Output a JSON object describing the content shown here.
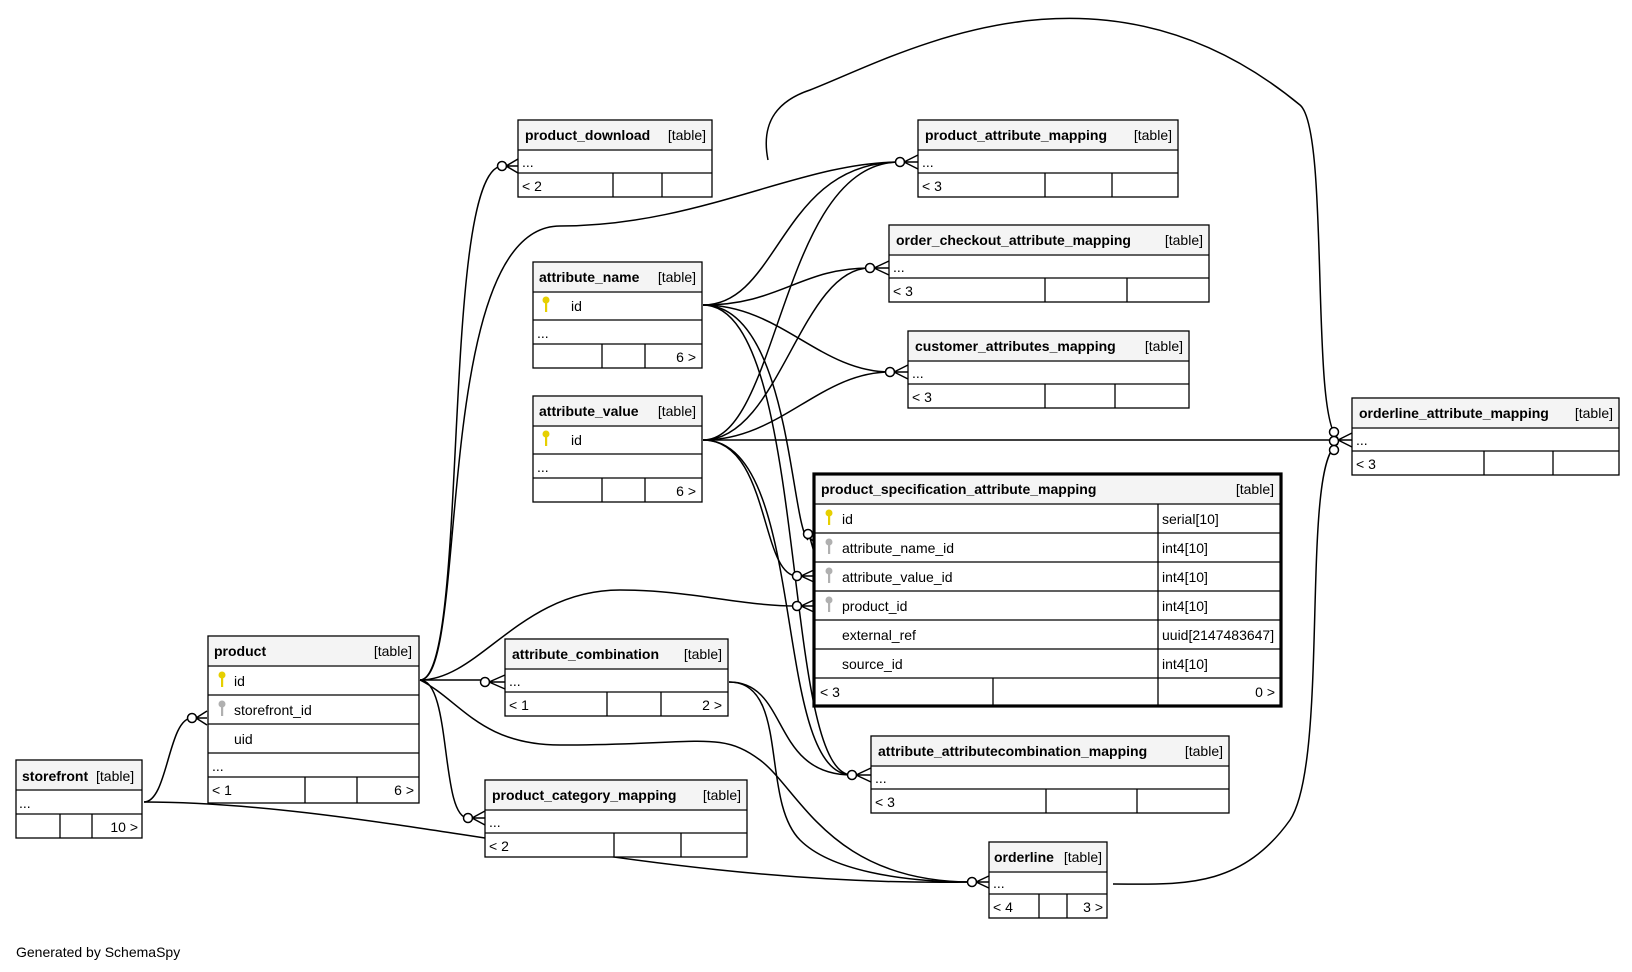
{
  "footer": "Generated by SchemaSpy",
  "colors": {
    "primary_key": "#e6cf00",
    "foreign_key": "#b0b0b0",
    "header_fill": "#f4f4f4"
  },
  "tables": {
    "storefront": {
      "name": "storefront",
      "type": "[table]",
      "more": "...",
      "parents": "",
      "children": "10 >"
    },
    "product": {
      "name": "product",
      "type": "[table]",
      "cols": [
        "id",
        "storefront_id",
        "uid"
      ],
      "more": "...",
      "parents": "< 1",
      "children": "6 >"
    },
    "product_download": {
      "name": "product_download",
      "type": "[table]",
      "more": "...",
      "parents": "< 2"
    },
    "attribute_name": {
      "name": "attribute_name",
      "type": "[table]",
      "cols": [
        "id"
      ],
      "more": "...",
      "children": "6 >"
    },
    "attribute_value": {
      "name": "attribute_value",
      "type": "[table]",
      "cols": [
        "id"
      ],
      "more": "...",
      "children": "6 >"
    },
    "product_attribute_mapping": {
      "name": "product_attribute_mapping",
      "type": "[table]",
      "more": "...",
      "parents": "< 3"
    },
    "order_checkout_attribute_mapping": {
      "name": "order_checkout_attribute_mapping",
      "type": "[table]",
      "more": "...",
      "parents": "< 3"
    },
    "customer_attributes_mapping": {
      "name": "customer_attributes_mapping",
      "type": "[table]",
      "more": "...",
      "parents": "< 3"
    },
    "orderline_attribute_mapping": {
      "name": "orderline_attribute_mapping",
      "type": "[table]",
      "more": "...",
      "parents": "< 3"
    },
    "product_specification_attribute_mapping": {
      "name": "product_specification_attribute_mapping",
      "type": "[table]",
      "cols": [
        {
          "name": "id",
          "dtype": "serial[10]"
        },
        {
          "name": "attribute_name_id",
          "dtype": "int4[10]"
        },
        {
          "name": "attribute_value_id",
          "dtype": "int4[10]"
        },
        {
          "name": "product_id",
          "dtype": "int4[10]"
        },
        {
          "name": "external_ref",
          "dtype": "uuid[2147483647]"
        },
        {
          "name": "source_id",
          "dtype": "int4[10]"
        }
      ],
      "parents": "< 3",
      "children": "0 >"
    },
    "attribute_combination": {
      "name": "attribute_combination",
      "type": "[table]",
      "more": "...",
      "parents": "< 1",
      "children": "2 >"
    },
    "product_category_mapping": {
      "name": "product_category_mapping",
      "type": "[table]",
      "more": "...",
      "parents": "< 2"
    },
    "attribute_attributecombination_mapping": {
      "name": "attribute_attributecombination_mapping",
      "type": "[table]",
      "more": "...",
      "parents": "< 3"
    },
    "orderline": {
      "name": "orderline",
      "type": "[table]",
      "more": "...",
      "parents": "< 4",
      "children": "3 >"
    }
  }
}
